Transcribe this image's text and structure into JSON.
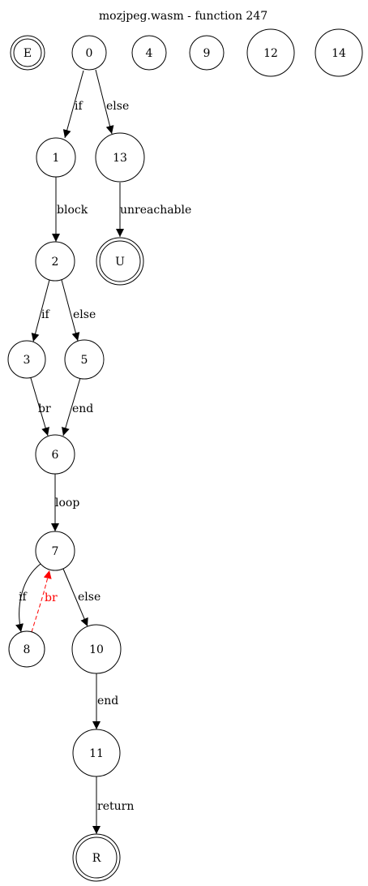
{
  "title": "mozjpeg.wasm - function 247",
  "colors": {
    "default": "#000000",
    "back_edge": "#ff0000"
  },
  "nodes": [
    {
      "id": "E",
      "label": "E",
      "shape": "doublecircle"
    },
    {
      "id": "0",
      "label": "0",
      "shape": "circle"
    },
    {
      "id": "4",
      "label": "4",
      "shape": "circle"
    },
    {
      "id": "9",
      "label": "9",
      "shape": "circle"
    },
    {
      "id": "12",
      "label": "12",
      "shape": "circle"
    },
    {
      "id": "14",
      "label": "14",
      "shape": "circle"
    },
    {
      "id": "1",
      "label": "1",
      "shape": "circle"
    },
    {
      "id": "13",
      "label": "13",
      "shape": "circle"
    },
    {
      "id": "2",
      "label": "2",
      "shape": "circle"
    },
    {
      "id": "U",
      "label": "U",
      "shape": "doublecircle"
    },
    {
      "id": "3",
      "label": "3",
      "shape": "circle"
    },
    {
      "id": "5",
      "label": "5",
      "shape": "circle"
    },
    {
      "id": "6",
      "label": "6",
      "shape": "circle"
    },
    {
      "id": "7",
      "label": "7",
      "shape": "circle"
    },
    {
      "id": "8",
      "label": "8",
      "shape": "circle"
    },
    {
      "id": "10",
      "label": "10",
      "shape": "circle"
    },
    {
      "id": "11",
      "label": "11",
      "shape": "circle"
    },
    {
      "id": "R",
      "label": "R",
      "shape": "doublecircle"
    }
  ],
  "edges": [
    {
      "id": "e0-1",
      "from": "0",
      "to": "1",
      "label": "if",
      "style": "solid",
      "color": "#000000"
    },
    {
      "id": "e0-13",
      "from": "0",
      "to": "13",
      "label": "else",
      "style": "solid",
      "color": "#000000"
    },
    {
      "id": "e1-2",
      "from": "1",
      "to": "2",
      "label": "block",
      "style": "solid",
      "color": "#000000"
    },
    {
      "id": "e13-U",
      "from": "13",
      "to": "U",
      "label": "unreachable",
      "style": "solid",
      "color": "#000000"
    },
    {
      "id": "e2-3",
      "from": "2",
      "to": "3",
      "label": "if",
      "style": "solid",
      "color": "#000000"
    },
    {
      "id": "e2-5",
      "from": "2",
      "to": "5",
      "label": "else",
      "style": "solid",
      "color": "#000000"
    },
    {
      "id": "e3-6",
      "from": "3",
      "to": "6",
      "label": "br",
      "style": "solid",
      "color": "#000000"
    },
    {
      "id": "e5-6",
      "from": "5",
      "to": "6",
      "label": "end",
      "style": "solid",
      "color": "#000000"
    },
    {
      "id": "e6-7",
      "from": "6",
      "to": "7",
      "label": "loop",
      "style": "solid",
      "color": "#000000"
    },
    {
      "id": "e7-8",
      "from": "7",
      "to": "8",
      "label": "if",
      "style": "solid",
      "color": "#000000"
    },
    {
      "id": "e8-7",
      "from": "8",
      "to": "7",
      "label": "br",
      "style": "dashed",
      "color": "#ff0000"
    },
    {
      "id": "e7-10",
      "from": "7",
      "to": "10",
      "label": "else",
      "style": "solid",
      "color": "#000000"
    },
    {
      "id": "e10-11",
      "from": "10",
      "to": "11",
      "label": "end",
      "style": "solid",
      "color": "#000000"
    },
    {
      "id": "e11-R",
      "from": "11",
      "to": "R",
      "label": "return",
      "style": "solid",
      "color": "#000000"
    }
  ]
}
